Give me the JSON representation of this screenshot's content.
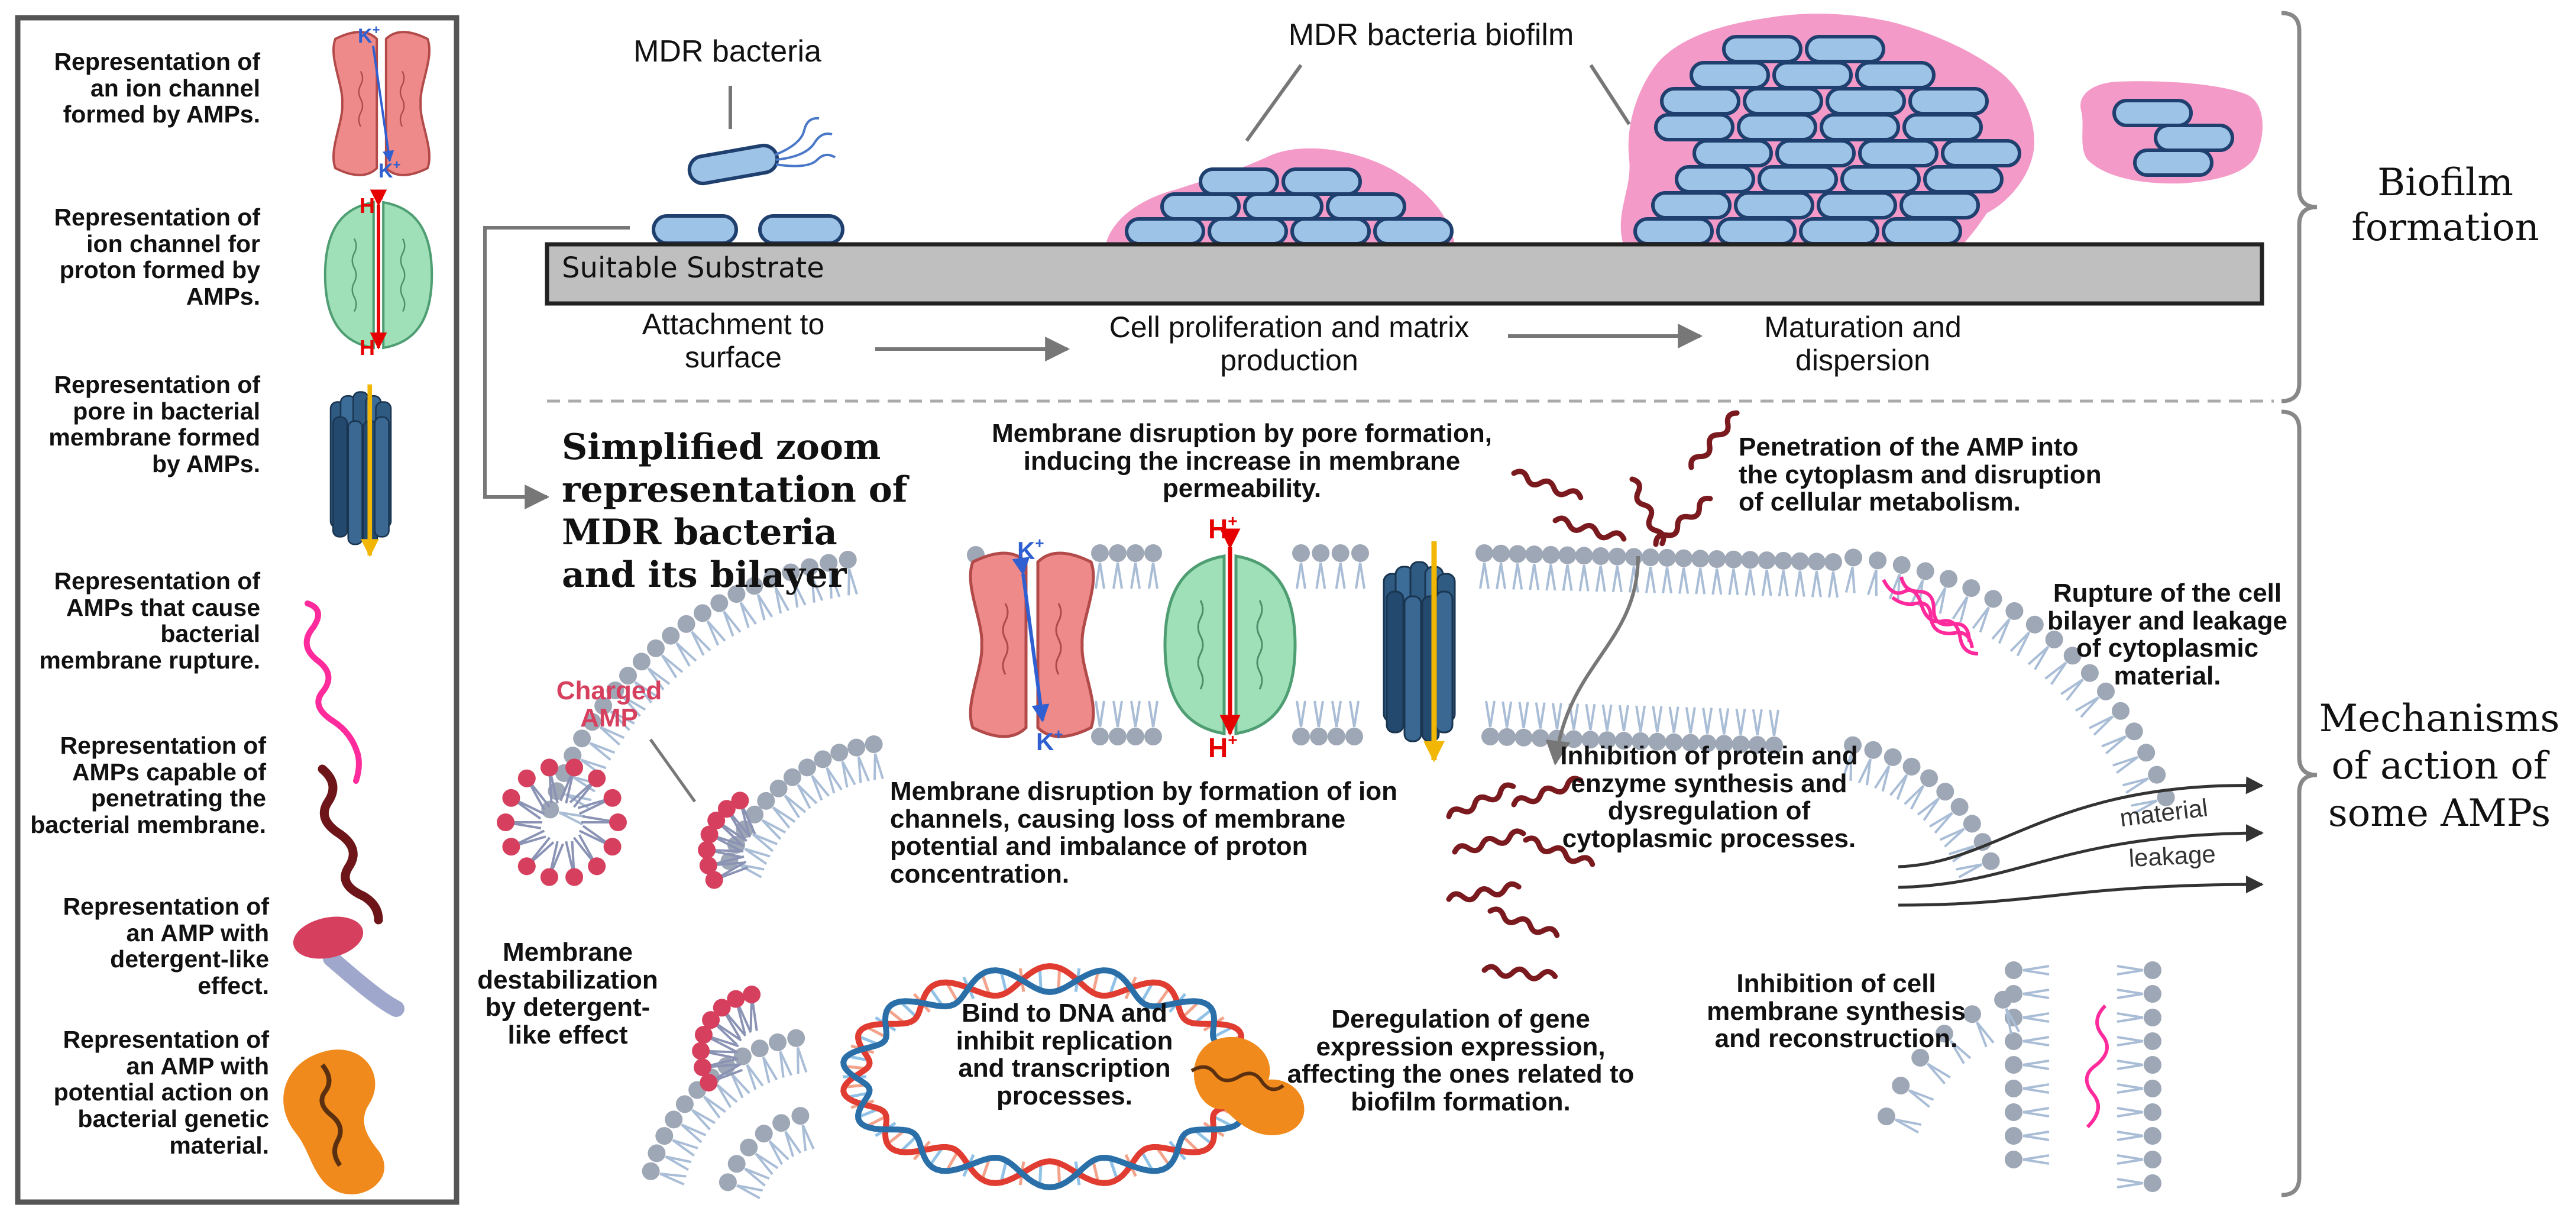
{
  "legend": [
    "Representation of an ion channel formed by AMPs.",
    "Representation of ion channel for proton formed by AMPs.",
    "Representation of pore in bacterial membrane formed by AMPs.",
    "Representation of AMPs that cause bacterial membrane rupture.",
    "Representation of AMPs capable of penetrating the bacterial membrane.",
    "Representation of an AMP with detergent-like effect.",
    "Representation of an AMP with potential action on bacterial genetic material."
  ],
  "ions": {
    "k": "K",
    "h": "H",
    "plus": "+"
  },
  "top": {
    "mdr_bacteria": "MDR bacteria",
    "mdr_biofilm": "MDR bacteria biofilm",
    "substrate": "Suitable Substrate",
    "step1": "Attachment to surface",
    "step2": "Cell proliferation and matrix production",
    "step3": "Maturation and dispersion",
    "brace_top": "Biofilm formation"
  },
  "mech": {
    "zoom": "Simplified zoom representation of MDR bacteria and its bilayer",
    "pore": "Membrane disruption by pore formation, inducing the increase in membrane permeability.",
    "penetration": "Penetration of the AMP into the cytoplasm and disruption of cellular metabolism.",
    "rupture": "Rupture of the cell bilayer and leakage of cytoplasmic material.",
    "charged": "Charged AMP",
    "ion_channels": "Membrane disruption by formation of ion channels, causing loss of membrane potential and imbalance of proton concentration.",
    "protein": "Inhibition of protein and enzyme synthesis and dysregulation of cytoplasmic processes.",
    "material": "material",
    "leakage": "leakage",
    "detergent": "Membrane destabilization by detergent-like effect",
    "dna": "Bind to DNA and inhibit replication and transcription processes.",
    "gene": "Deregulation of gene expression expression, affecting the ones related to biofilm formation.",
    "cellmem": "Inhibition of cell membrane synthesis and reconstruction.",
    "brace_bottom": "Mechanisms of action of some AMPs"
  },
  "colors": {
    "cell_fill": "#9dc3e6",
    "cell_stroke": "#1f3f6e",
    "biofilm_pink": "#f49ac8",
    "substrate": "#bfbfbf",
    "channel_red": "#ee8a8a",
    "channel_green": "#9fe0b9",
    "pore_blue": "#2f5b83",
    "lipid_head": "#9ea7b5",
    "charged_head": "#d6405e",
    "amp_dark": "#7a1a1f",
    "amp_pink": "#ff2a9c",
    "amp_orange": "#f08a1c",
    "dna_red": "#e03c31",
    "dna_blue": "#2a6fa8",
    "k_blue": "#2f5fd0",
    "h_red": "#e60000",
    "arrow_yellow": "#f2b705"
  }
}
